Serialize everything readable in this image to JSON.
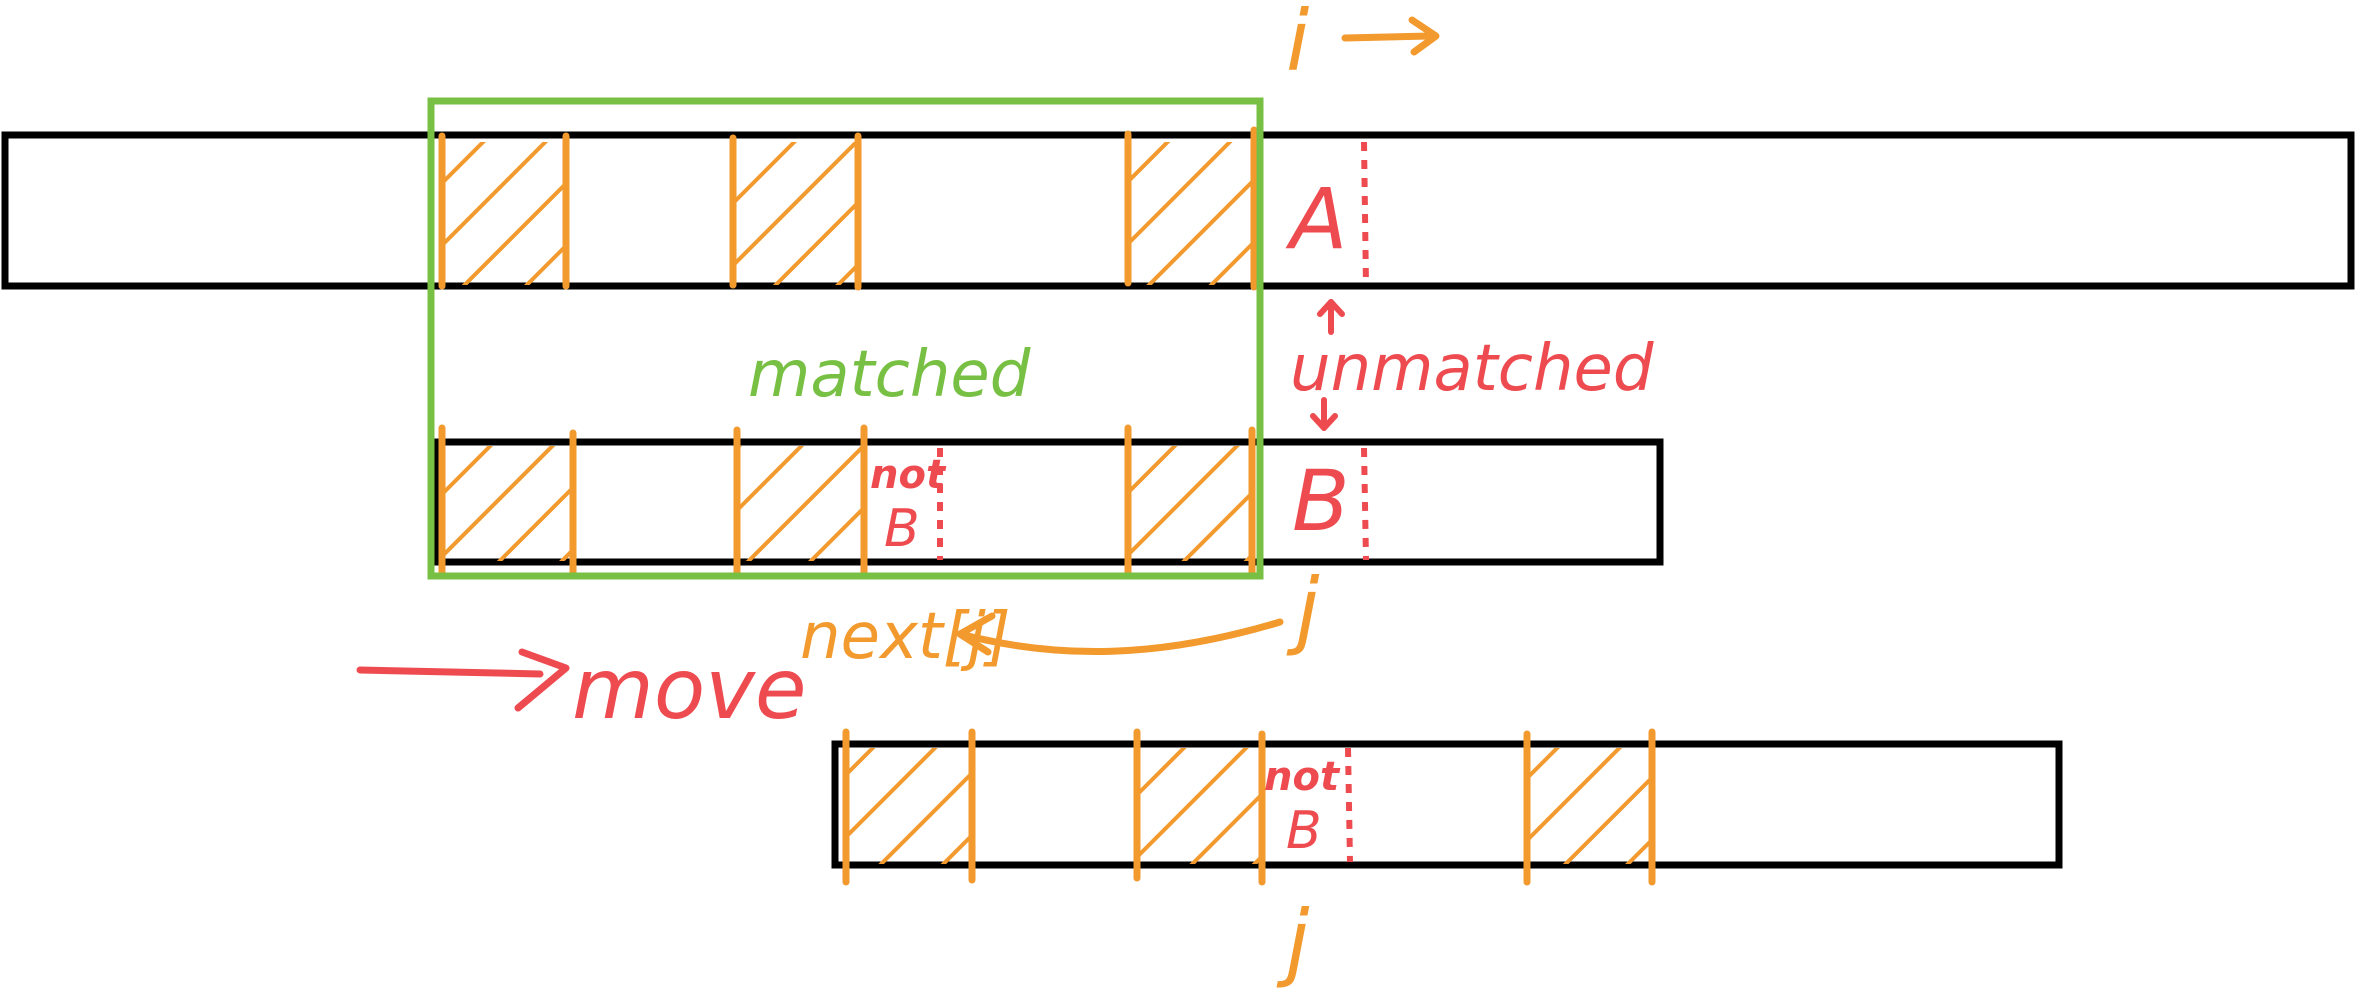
{
  "colors": {
    "outline": "#000000",
    "match_box": "#77C043",
    "orange": "#F29A2E",
    "red": "#EE4B50"
  },
  "labels": {
    "i": "i",
    "A": "A",
    "B": "B",
    "matched": "matched",
    "unmatched": "unmatched",
    "j_top": "j",
    "next_j": "next[j]",
    "move": "move",
    "not_top": "not",
    "not_B_top": "B",
    "not_bottom": "not",
    "not_B_bottom": "B",
    "j_bottom": "j"
  }
}
